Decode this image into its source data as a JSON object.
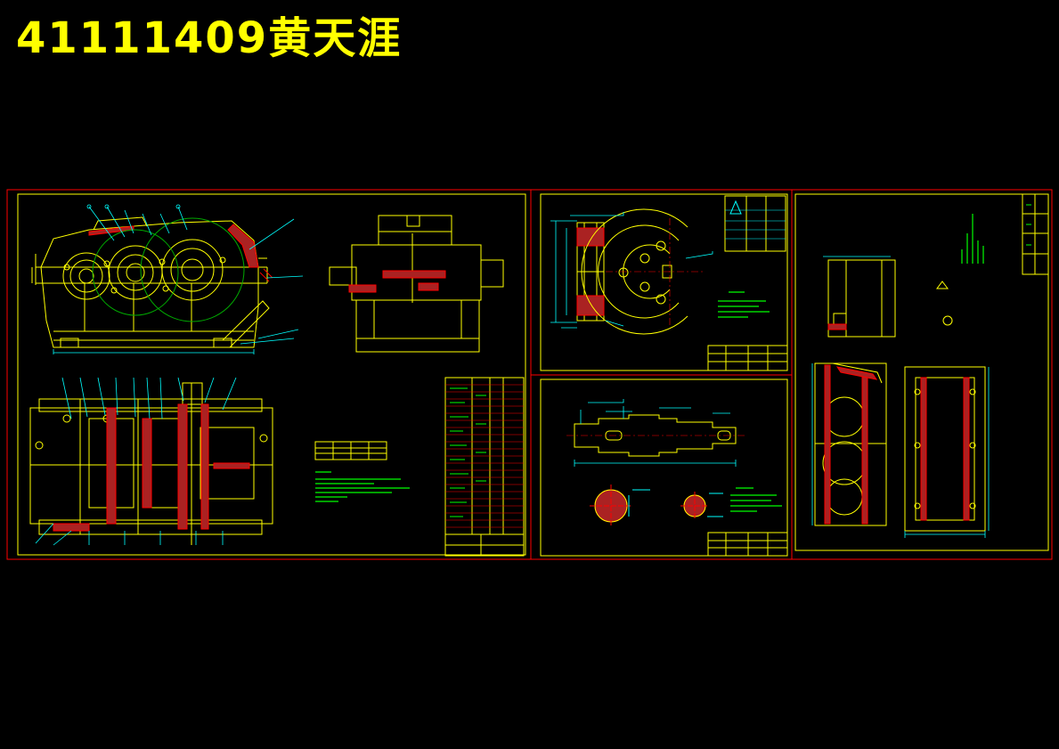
{
  "title": "41111409黄天涯",
  "colors": {
    "background": "#000000",
    "title": "#ffff00",
    "sheet_border": "#ff0000",
    "frame": "#ffff00",
    "dimension": "#00ffff",
    "note_text": "#00ff00",
    "hatch": "#ff0000",
    "centerline": "#ff0000"
  },
  "sheets": [
    {
      "name": "assembly-drawing"
    },
    {
      "name": "gear-drawing"
    },
    {
      "name": "shaft-drawing"
    },
    {
      "name": "housing-drawing"
    }
  ]
}
